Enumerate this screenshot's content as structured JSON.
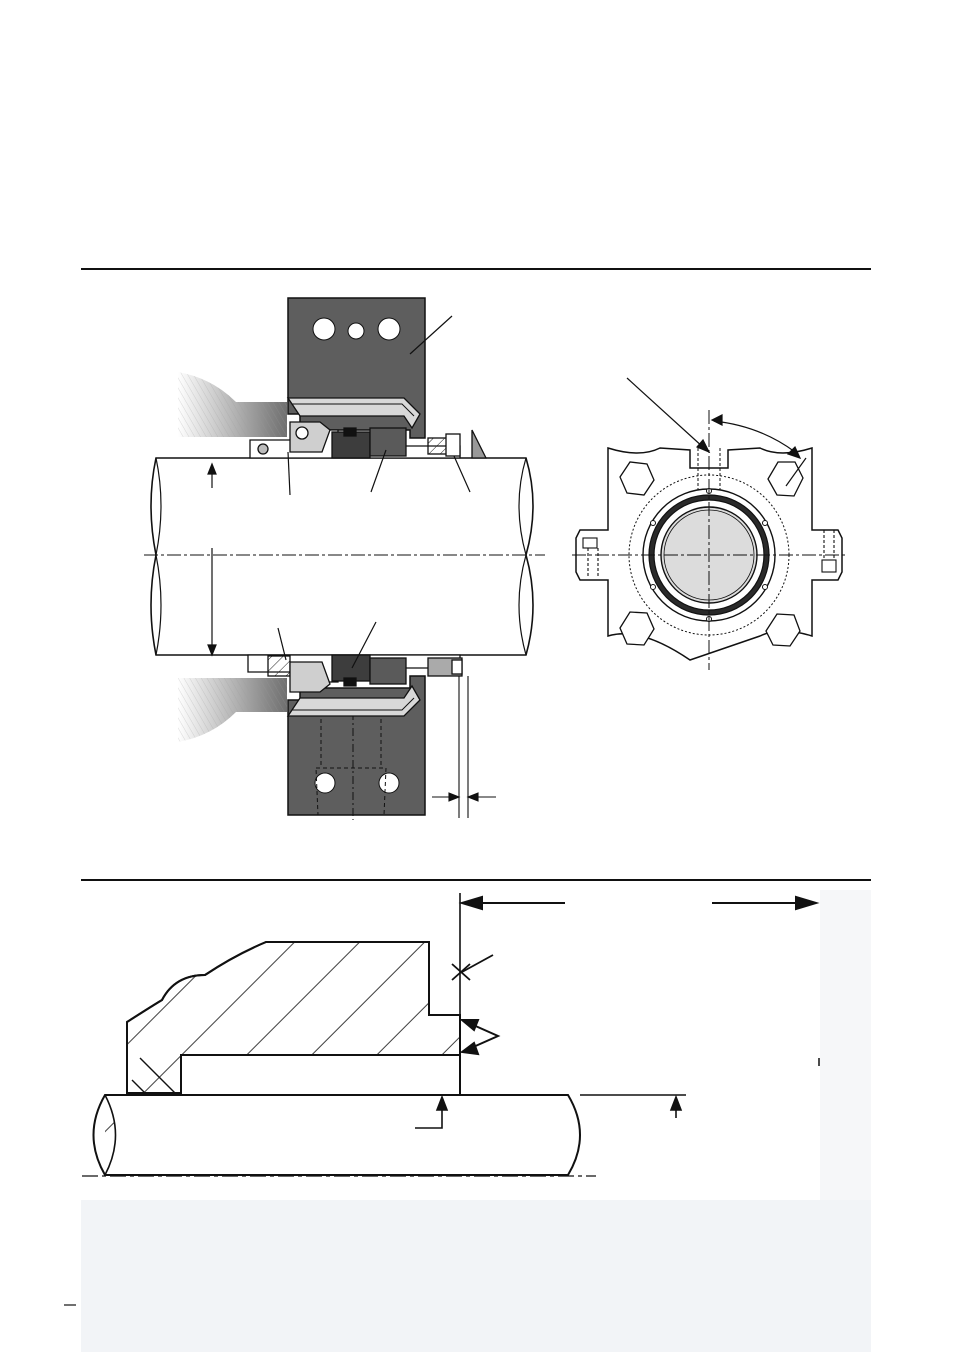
{
  "page": {
    "background": "#ffffff",
    "ink": "#111111",
    "shade": "#5e5e5e",
    "light_shade": "#d9d9d9",
    "face_fill": "#dcdcdc",
    "text": []
  },
  "figures": {
    "sectional_view": {
      "name": "seal-cross-section",
      "labels": []
    },
    "end_view": {
      "name": "seal-end-view",
      "labels": []
    },
    "installation_drawing": {
      "name": "installation-dimension-drawing",
      "labels": []
    }
  }
}
